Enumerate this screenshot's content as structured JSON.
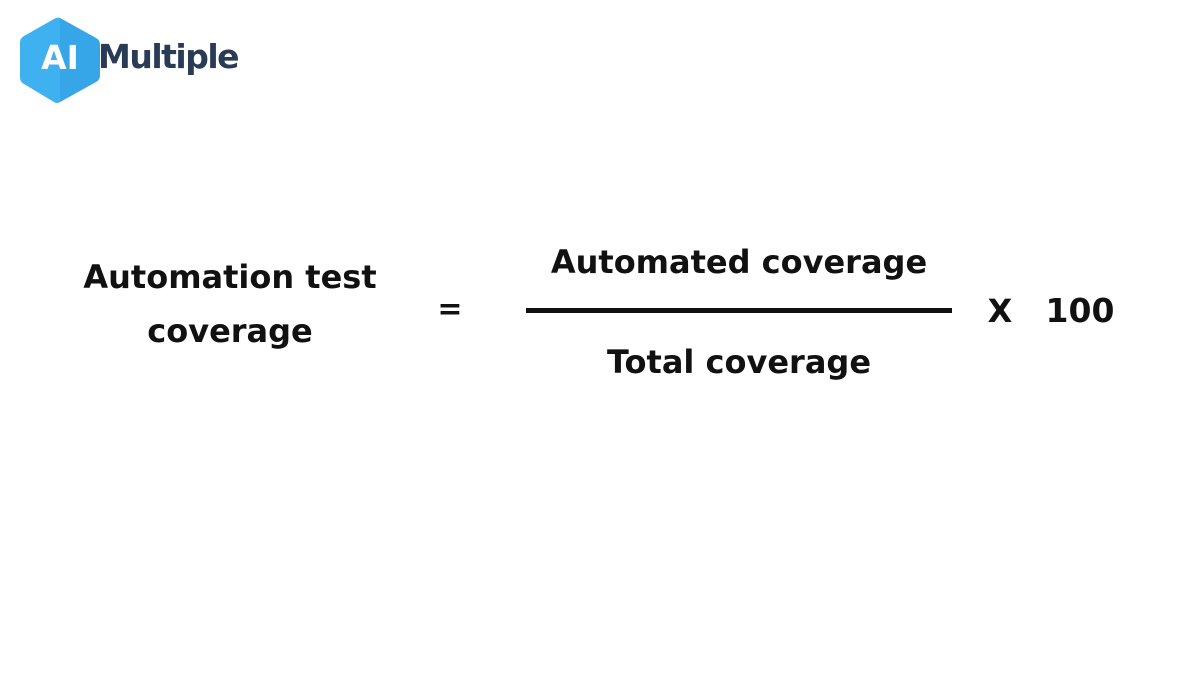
{
  "logo": {
    "mark_text": "AI",
    "word_text": "Multiple",
    "hex_color": "#3fb0f0",
    "word_color": "#2a3b55",
    "icon": "hexagon-logo-icon"
  },
  "formula": {
    "lhs_line1": "Automation test",
    "lhs_line2": "coverage",
    "equals": "=",
    "numerator": "Automated coverage",
    "denominator": "Total coverage",
    "times": "X",
    "multiplier": "100"
  }
}
